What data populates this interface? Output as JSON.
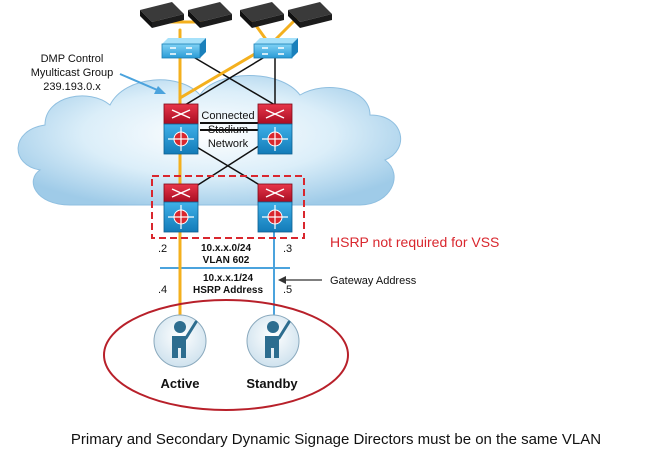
{
  "labels": {
    "dmp_control_line1": "DMP Control",
    "dmp_control_line2": "Myulticast Group",
    "dmp_control_line3": "239.193.0.x",
    "network_line1": "Connected",
    "network_line2": "Stadium",
    "network_line3": "Network",
    "hsrp_note": "HSRP not required for VSS",
    "subnet_line1": "10.x.x.0/24",
    "subnet_line2": "VLAN 602",
    "gateway_line1": "10.x.x.1/24",
    "gateway_line2": "HSRP Address",
    "gateway_address": "Gateway Address",
    "port_left_upper": ".2",
    "port_right_upper": ".3",
    "port_left_lower": ".4",
    "port_right_lower": ".5",
    "active": "Active",
    "standby": "Standby",
    "caption": "Primary and Secondary Dynamic Signage Directors must be on the same VLAN"
  },
  "colors": {
    "multicast_path": "#f4b01e",
    "standby_link": "#4ba3dd",
    "router_red": "#c8102e",
    "switch_blue": "#1e8fd0",
    "hsrp_text": "#d9272e",
    "ellipse": "#b8202a",
    "person_fill": "#2d6d8f"
  },
  "icons": [
    "media-player-icon",
    "access-switch-icon",
    "core-switch-icon",
    "user-icon",
    "cloud-icon"
  ]
}
